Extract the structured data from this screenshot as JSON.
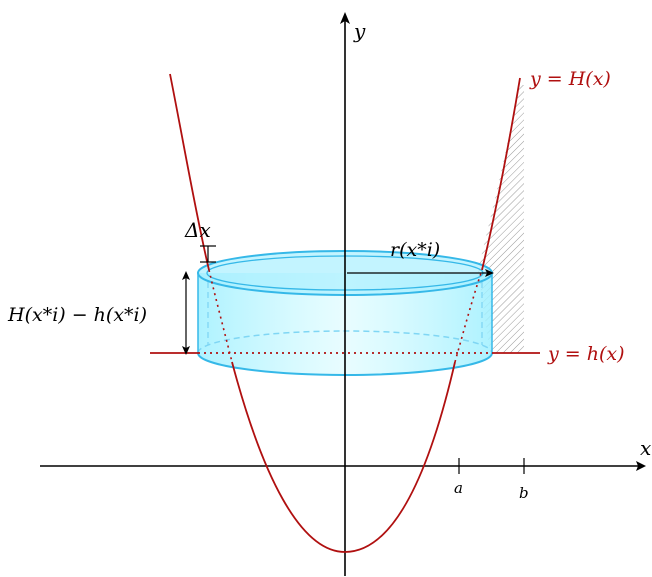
{
  "axes": {
    "x_label": "x",
    "y_label": "y",
    "ticks": [
      {
        "name": "a",
        "label": "a"
      },
      {
        "name": "b",
        "label": "b"
      }
    ]
  },
  "curves": {
    "upper": {
      "label": "y = H(x)",
      "color": "#b01010"
    },
    "lower": {
      "label": "y = h(x)",
      "color": "#b01010"
    }
  },
  "labels": {
    "dx": "Δx",
    "height": "H(x*i) − h(x*i)",
    "radius": "r(x*i)"
  },
  "colors": {
    "disk_fill": "#8fe8ff",
    "disk_stroke": "#35b8e8",
    "hatch": "#9a9a9a"
  }
}
